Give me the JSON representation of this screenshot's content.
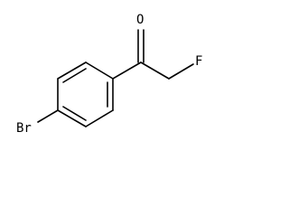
{
  "molecule": {
    "atoms": {
      "oxygen": "O",
      "fluorine": "F",
      "bromine": "Br",
      "methylene": "CH2"
    },
    "colors": {
      "bond": "#000000",
      "background": "#ffffff"
    }
  }
}
